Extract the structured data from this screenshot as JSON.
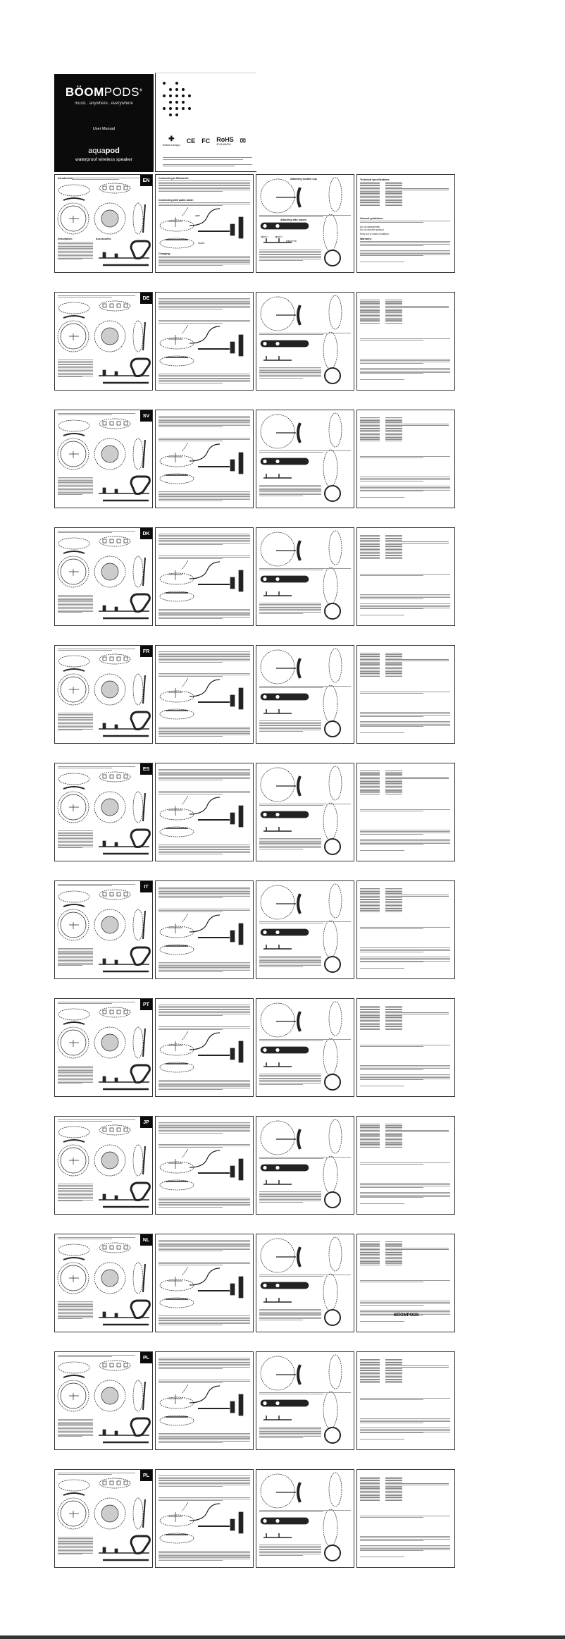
{
  "cover": {
    "brand_bold": "BÖOM",
    "brand_light": "PODS",
    "registered": "®",
    "tagline": "music . anywhere . everywhere",
    "manual_label": "User Manual",
    "product_light": "aqua",
    "product_bold": "pod",
    "product_subtitle": "waterproof wireless speaker"
  },
  "cover_back": {
    "certifications": [
      "CE",
      "FC",
      "RoHS"
    ],
    "rohs_sub": "2011/65/EU",
    "british_design": "British Design",
    "icons": [
      "british-design-icon",
      "ce-mark-icon",
      "fcc-mark-icon",
      "rohs-mark-icon",
      "weee-bin-icon"
    ]
  },
  "languages": [
    "EN",
    "DE",
    "SV",
    "DK",
    "FR",
    "ES",
    "IT",
    "PT",
    "JP",
    "NL",
    "PL",
    "PL"
  ],
  "english_headings": {
    "introduction": "Introduction:",
    "description": "Description:",
    "accessories": "Accessories:",
    "bluetooth": "Connecting to Bluetooth:",
    "audio_cable": "Connecting with audio cable:",
    "open": "open",
    "closed": "closed",
    "charging": "Charging:",
    "suction": "Attaching suction cup",
    "bike": "Attaching bike mount",
    "nipple1": "nipple 1",
    "nipple2": "nipple 2",
    "bumper": "bumper fin",
    "specs": "Technical specifications:",
    "guidelines": "General guidelines:",
    "no_disassemble": "Do not disassemble.",
    "no_drop": "Do not drop the product.",
    "children": "Keep out of reach of children.",
    "warranty": "Warranty:"
  },
  "nl_footer_brand": "BÖOMPODS"
}
